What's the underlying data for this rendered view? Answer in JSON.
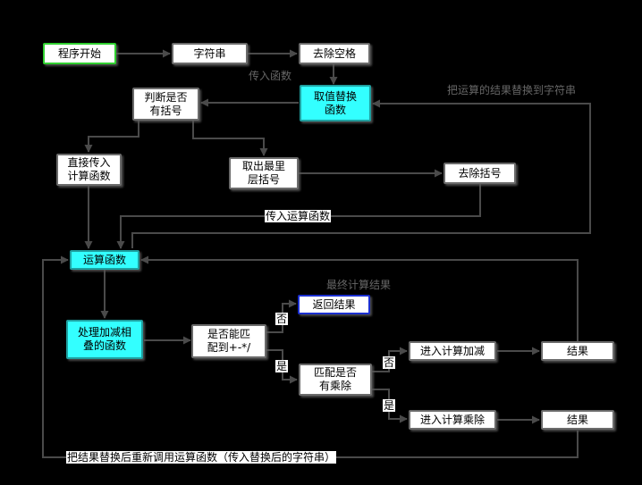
{
  "nodes": {
    "start": "程序开始",
    "string": "字符串",
    "strip_spaces": "去除空格",
    "take_replace": "取值替换\n函数",
    "judge_parens": "判断是否\n有括号",
    "direct_pass": "直接传入\n计算函数",
    "take_innermost": "取出最里\n层括号",
    "remove_parens": "去除括号",
    "calc_func": "运算函数",
    "handle_addsub": "处理加减相\n叠的函数",
    "match_ops": "是否能匹\n配到+-*/",
    "return_result": "返回结果",
    "match_muldiv": "匹配是否\n有乘除",
    "enter_addsub": "进入计算加减",
    "result1": "结果",
    "enter_muldiv": "进入计算乘除",
    "result2": "结果"
  },
  "labels": {
    "pass_func": "传入函数",
    "replace_result": "把运算的结果替换到字符串",
    "pass_calc": "传入运算函数",
    "final_result": "最终计算结果",
    "no1": "否",
    "yes1": "是",
    "no2": "否",
    "yes2": "是",
    "loop_back": "把结果替换后重新调用运算函数（传入替换后的字符串）"
  },
  "colors": {
    "background": "#000000",
    "node_fill": "#ffffff",
    "highlight_fill": "#33ffff",
    "start_border": "#2fcf2f",
    "return_border": "#1b2fd0",
    "arrow": "#4a4a4a"
  }
}
